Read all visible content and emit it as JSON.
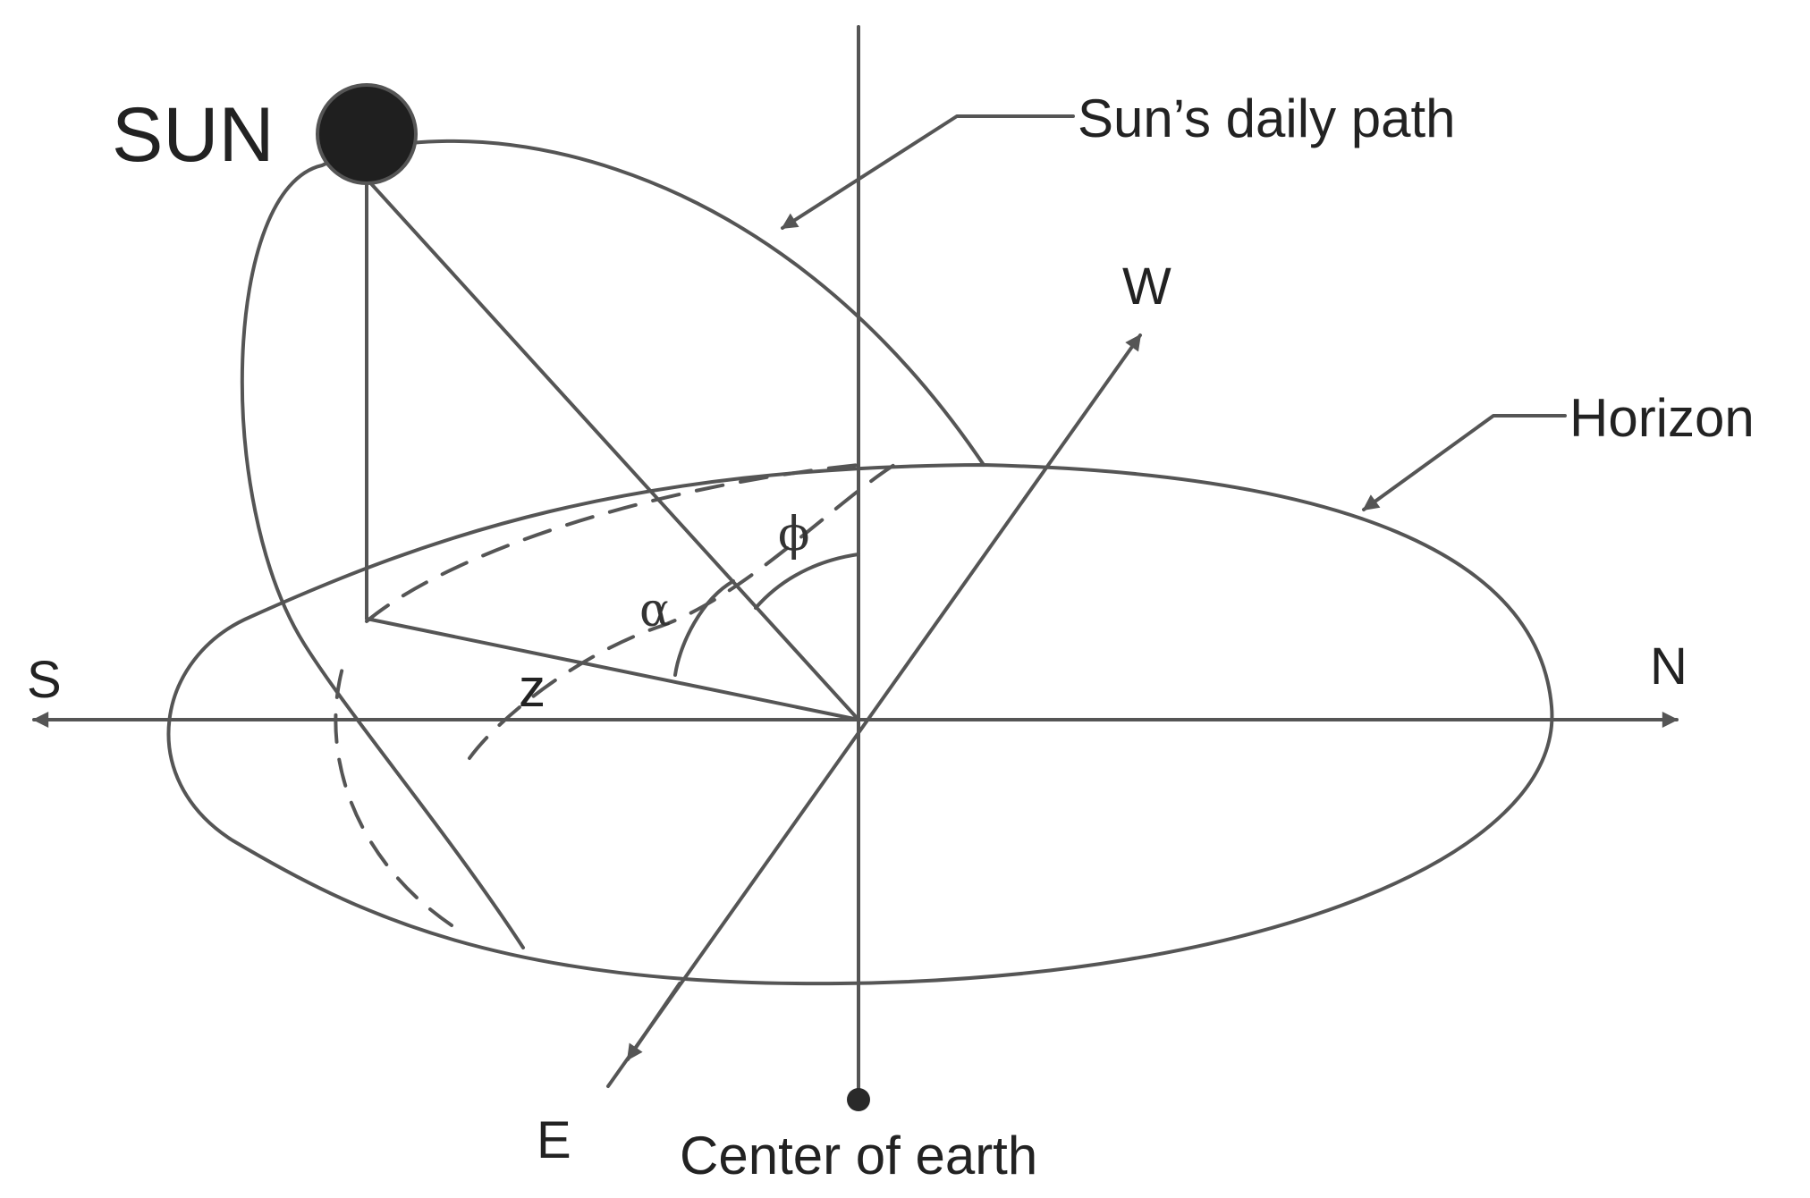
{
  "labels": {
    "sun": "SUN",
    "sun_path": "Sun’s daily path",
    "horizon": "Horizon",
    "west": "W",
    "north": "N",
    "south": "S",
    "east": "E",
    "center": "Center of earth",
    "phi": "ϕ",
    "alpha": "α",
    "z": "z"
  },
  "colors": {
    "line": "#555555",
    "sun_fill": "#1f1f1f",
    "text": "#222222"
  }
}
